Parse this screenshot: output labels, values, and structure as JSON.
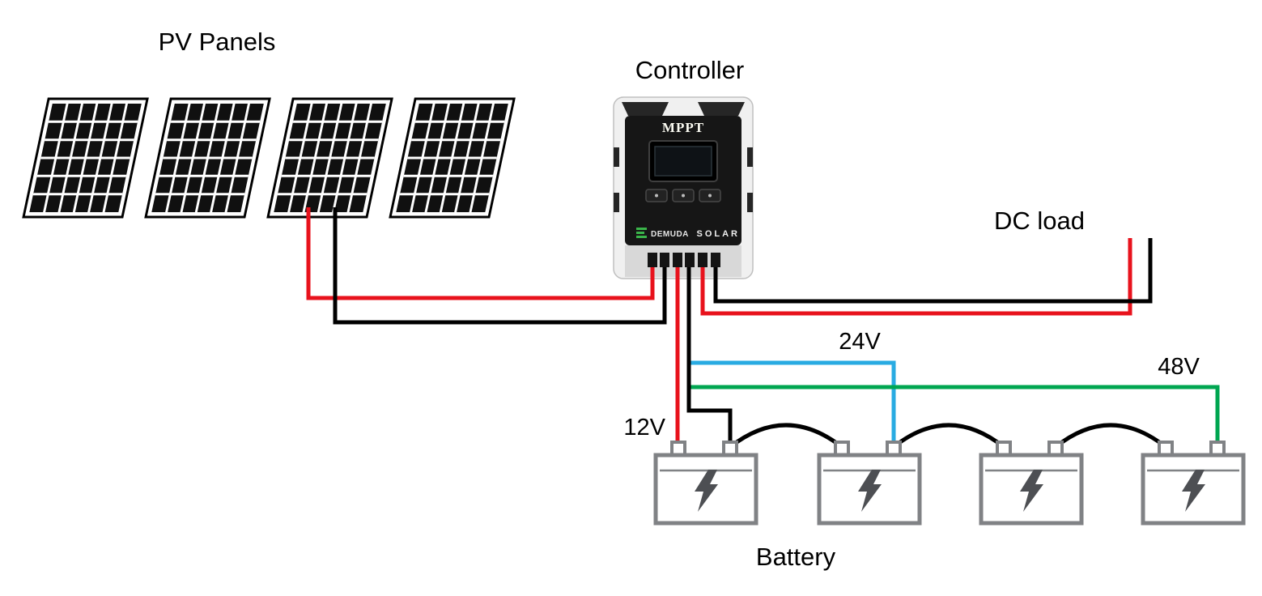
{
  "diagram": {
    "labels": {
      "pv_panels": "PV Panels",
      "controller": "Controller",
      "dc_load": "DC load",
      "battery": "Battery",
      "v12": "12V",
      "v24": "24V",
      "v48": "48V"
    },
    "controller_device": {
      "display_text": "MPPT",
      "brand_left": "DEMUDA",
      "brand_right": "SOLAR"
    },
    "wires": {
      "red": "#e8121c",
      "black": "#000000",
      "blue_24v": "#29abe2",
      "green_48v": "#00a651"
    },
    "battery_outline_color": "#808285",
    "counts": {
      "pv_panels": 4,
      "batteries": 4
    }
  }
}
